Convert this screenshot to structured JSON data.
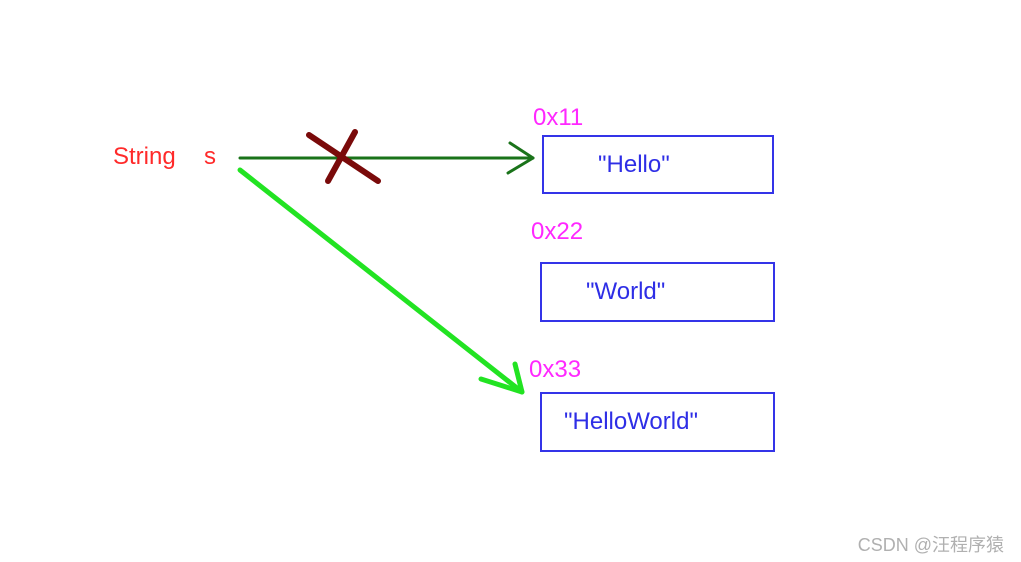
{
  "variable": {
    "type": "String",
    "name": "s"
  },
  "memory": [
    {
      "address": "0x11",
      "value": "\"Hello\""
    },
    {
      "address": "0x22",
      "value": "\"World\""
    },
    {
      "address": "0x33",
      "value": "\"HelloWorld\""
    }
  ],
  "references": {
    "old": {
      "from": "s",
      "to": "0x11",
      "color": "#1a731a",
      "crossed_out": true,
      "cross_color": "#7a0a0a"
    },
    "new": {
      "from": "s",
      "to": "0x33",
      "color": "#22e322"
    }
  },
  "watermark": "CSDN @汪程序猿"
}
